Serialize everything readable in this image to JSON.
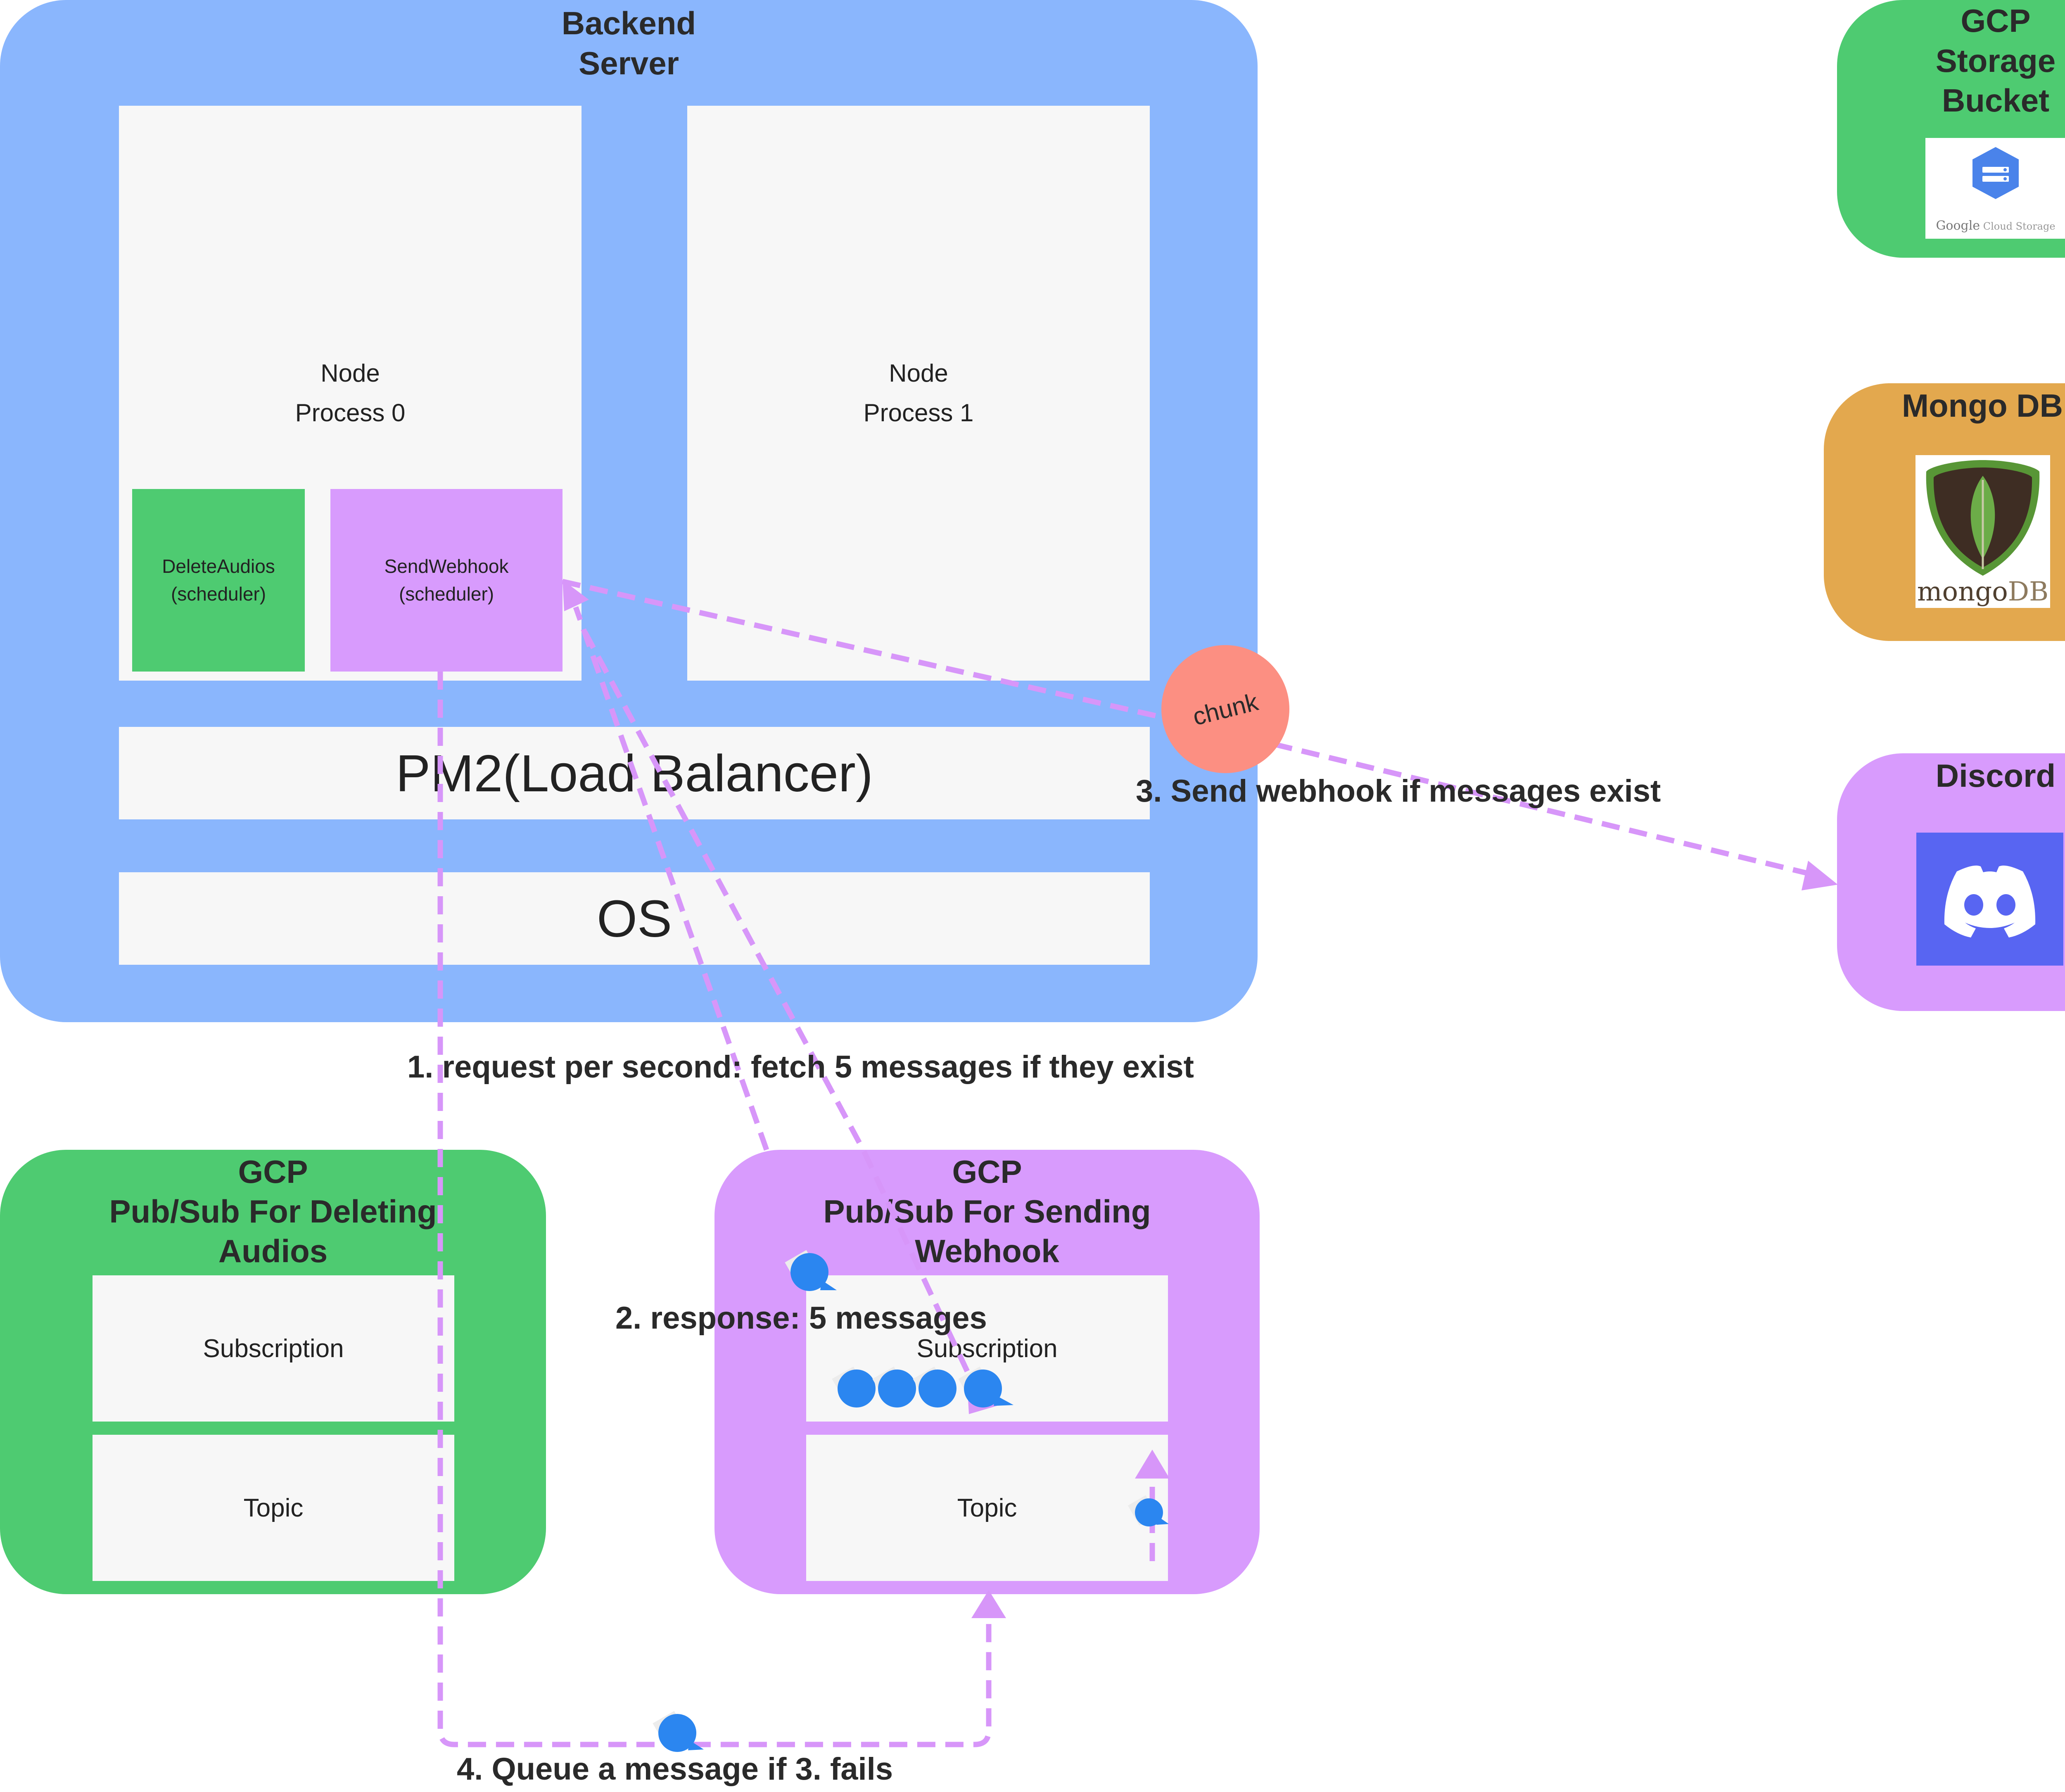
{
  "backend": {
    "title": "Backend\nServer",
    "node0": "Node\nProcess 0",
    "node1": "Node\nProcess 1",
    "delete_audios": "DeleteAudios\n(scheduler)",
    "send_webhook": "SendWebhook\n(scheduler)",
    "pm2": "PM2(Load Balancer)",
    "os": "OS"
  },
  "gcp_storage": {
    "title": "GCP\nStorage\nBucket",
    "logo_text": "Google Cloud Storage",
    "logo_text_brand": "Google",
    "logo_text_rest": " Cloud Storage"
  },
  "mongo": {
    "title": "Mongo DB",
    "logo_text_a": "mongo",
    "logo_text_b": "DB"
  },
  "discord": {
    "title": "Discord"
  },
  "pubsub_delete": {
    "title": "GCP\nPub/Sub For Deleting\nAudios",
    "subscription": "Subscription",
    "topic": "Topic"
  },
  "pubsub_send": {
    "title": "GCP\nPub/Sub For Sending\nWebhook",
    "subscription": "Subscription",
    "topic": "Topic"
  },
  "chunk": "chunk",
  "labels": {
    "step1": "1. request per second: fetch 5 messages if they exist",
    "step2": "2. response: 5 messages",
    "step3": "3. Send webhook if messages exist",
    "step4": "4. Queue a message if 3. fails"
  },
  "colors": {
    "backend": "#8ab6fd",
    "green": "#4ecb71",
    "purple": "#d89bfd",
    "orange": "#e3a84e",
    "chunk": "#fc8f82",
    "arrow": "#d796f9",
    "message": "#2b86f0",
    "discord": "#5865f2",
    "gcs": "#4a83ea",
    "mongo_shield": "#3e2d23",
    "mongo_leaf": "#589636"
  }
}
